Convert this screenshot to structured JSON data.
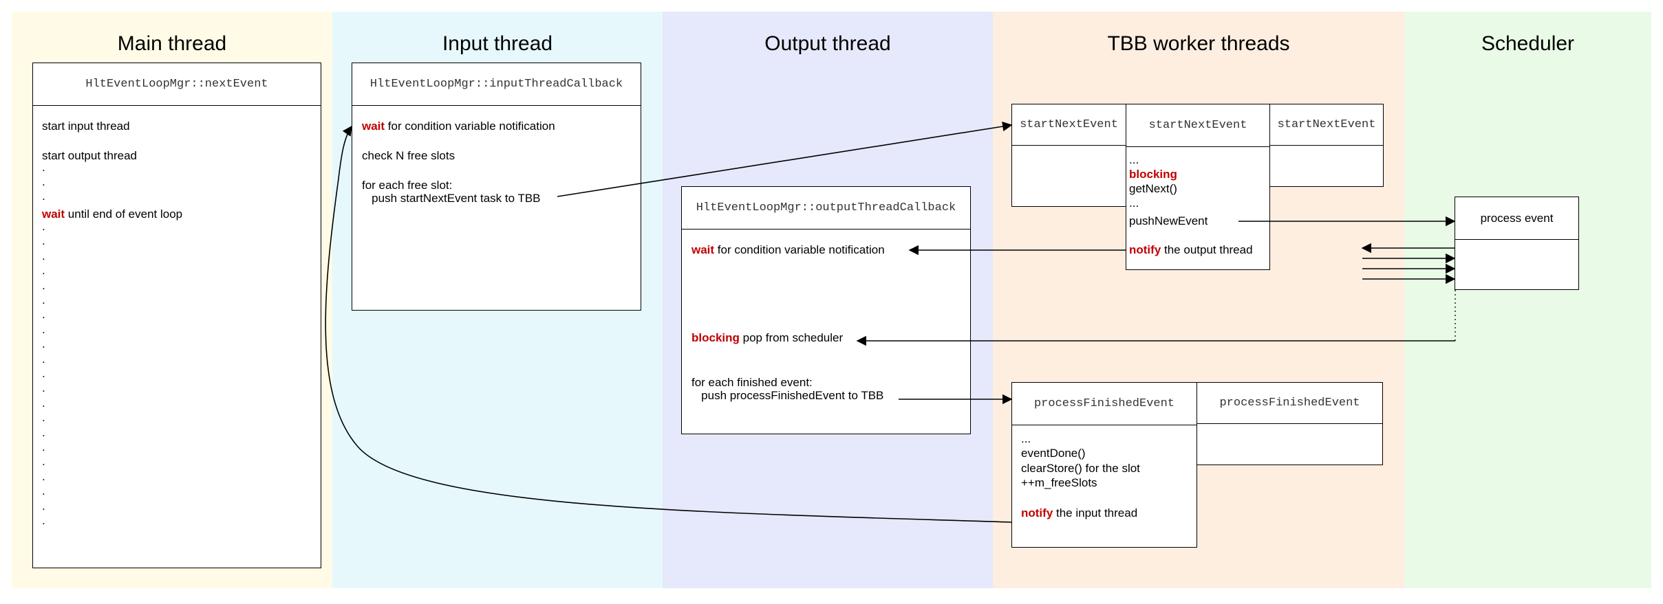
{
  "colors": {
    "main_lane": "#fffbe6",
    "input_lane": "#e6f8fc",
    "output_lane": "#e6e8fc",
    "tbb_lane": "#fdeee0",
    "scheduler_lane": "#e9fbe6",
    "keyword": "#c00000"
  },
  "lanes": {
    "main": "Main thread",
    "input": "Input thread",
    "output": "Output thread",
    "tbb": "TBB worker threads",
    "scheduler": "Scheduler"
  },
  "main_box": {
    "header": "HltEventLoopMgr::nextEvent",
    "line1": "start input thread",
    "line2": "start output thread",
    "wait_kw": "wait",
    "wait_rest": " until end of event loop",
    "dot": "."
  },
  "input_box": {
    "header": "HltEventLoopMgr::inputThreadCallback",
    "wait_kw": "wait",
    "wait_rest": " for condition variable notification",
    "check": "check N free slots",
    "foreach": "for each free slot:",
    "push": "   push startNextEvent task to TBB"
  },
  "output_box": {
    "header": "HltEventLoopMgr::outputThreadCallback",
    "wait_kw": "wait",
    "wait_rest": " for condition variable notification",
    "blocking_kw": "blocking",
    "blocking_rest": " pop from scheduler",
    "foreach": "for each finished event:",
    "push": "   push processFinishedEvent to TBB"
  },
  "start_tasks": {
    "left": "startNextEvent",
    "center": "startNextEvent",
    "right": "startNextEvent",
    "ellipsis1": "...",
    "blocking_kw": "blocking",
    "getnext": "getNext()",
    "ellipsis2": "...",
    "pushnew": "pushNewEvent",
    "notify_kw": "notify",
    "notify_rest": " the output thread"
  },
  "finish_tasks": {
    "left": "processFinishedEvent",
    "right": "processFinishedEvent",
    "ellipsis": "...",
    "done": "eventDone()",
    "clear": "clearStore() for the slot",
    "slots": "++m_freeSlots",
    "notify_kw": "notify",
    "notify_rest": " the input thread"
  },
  "scheduler_box": {
    "header": "process event"
  }
}
